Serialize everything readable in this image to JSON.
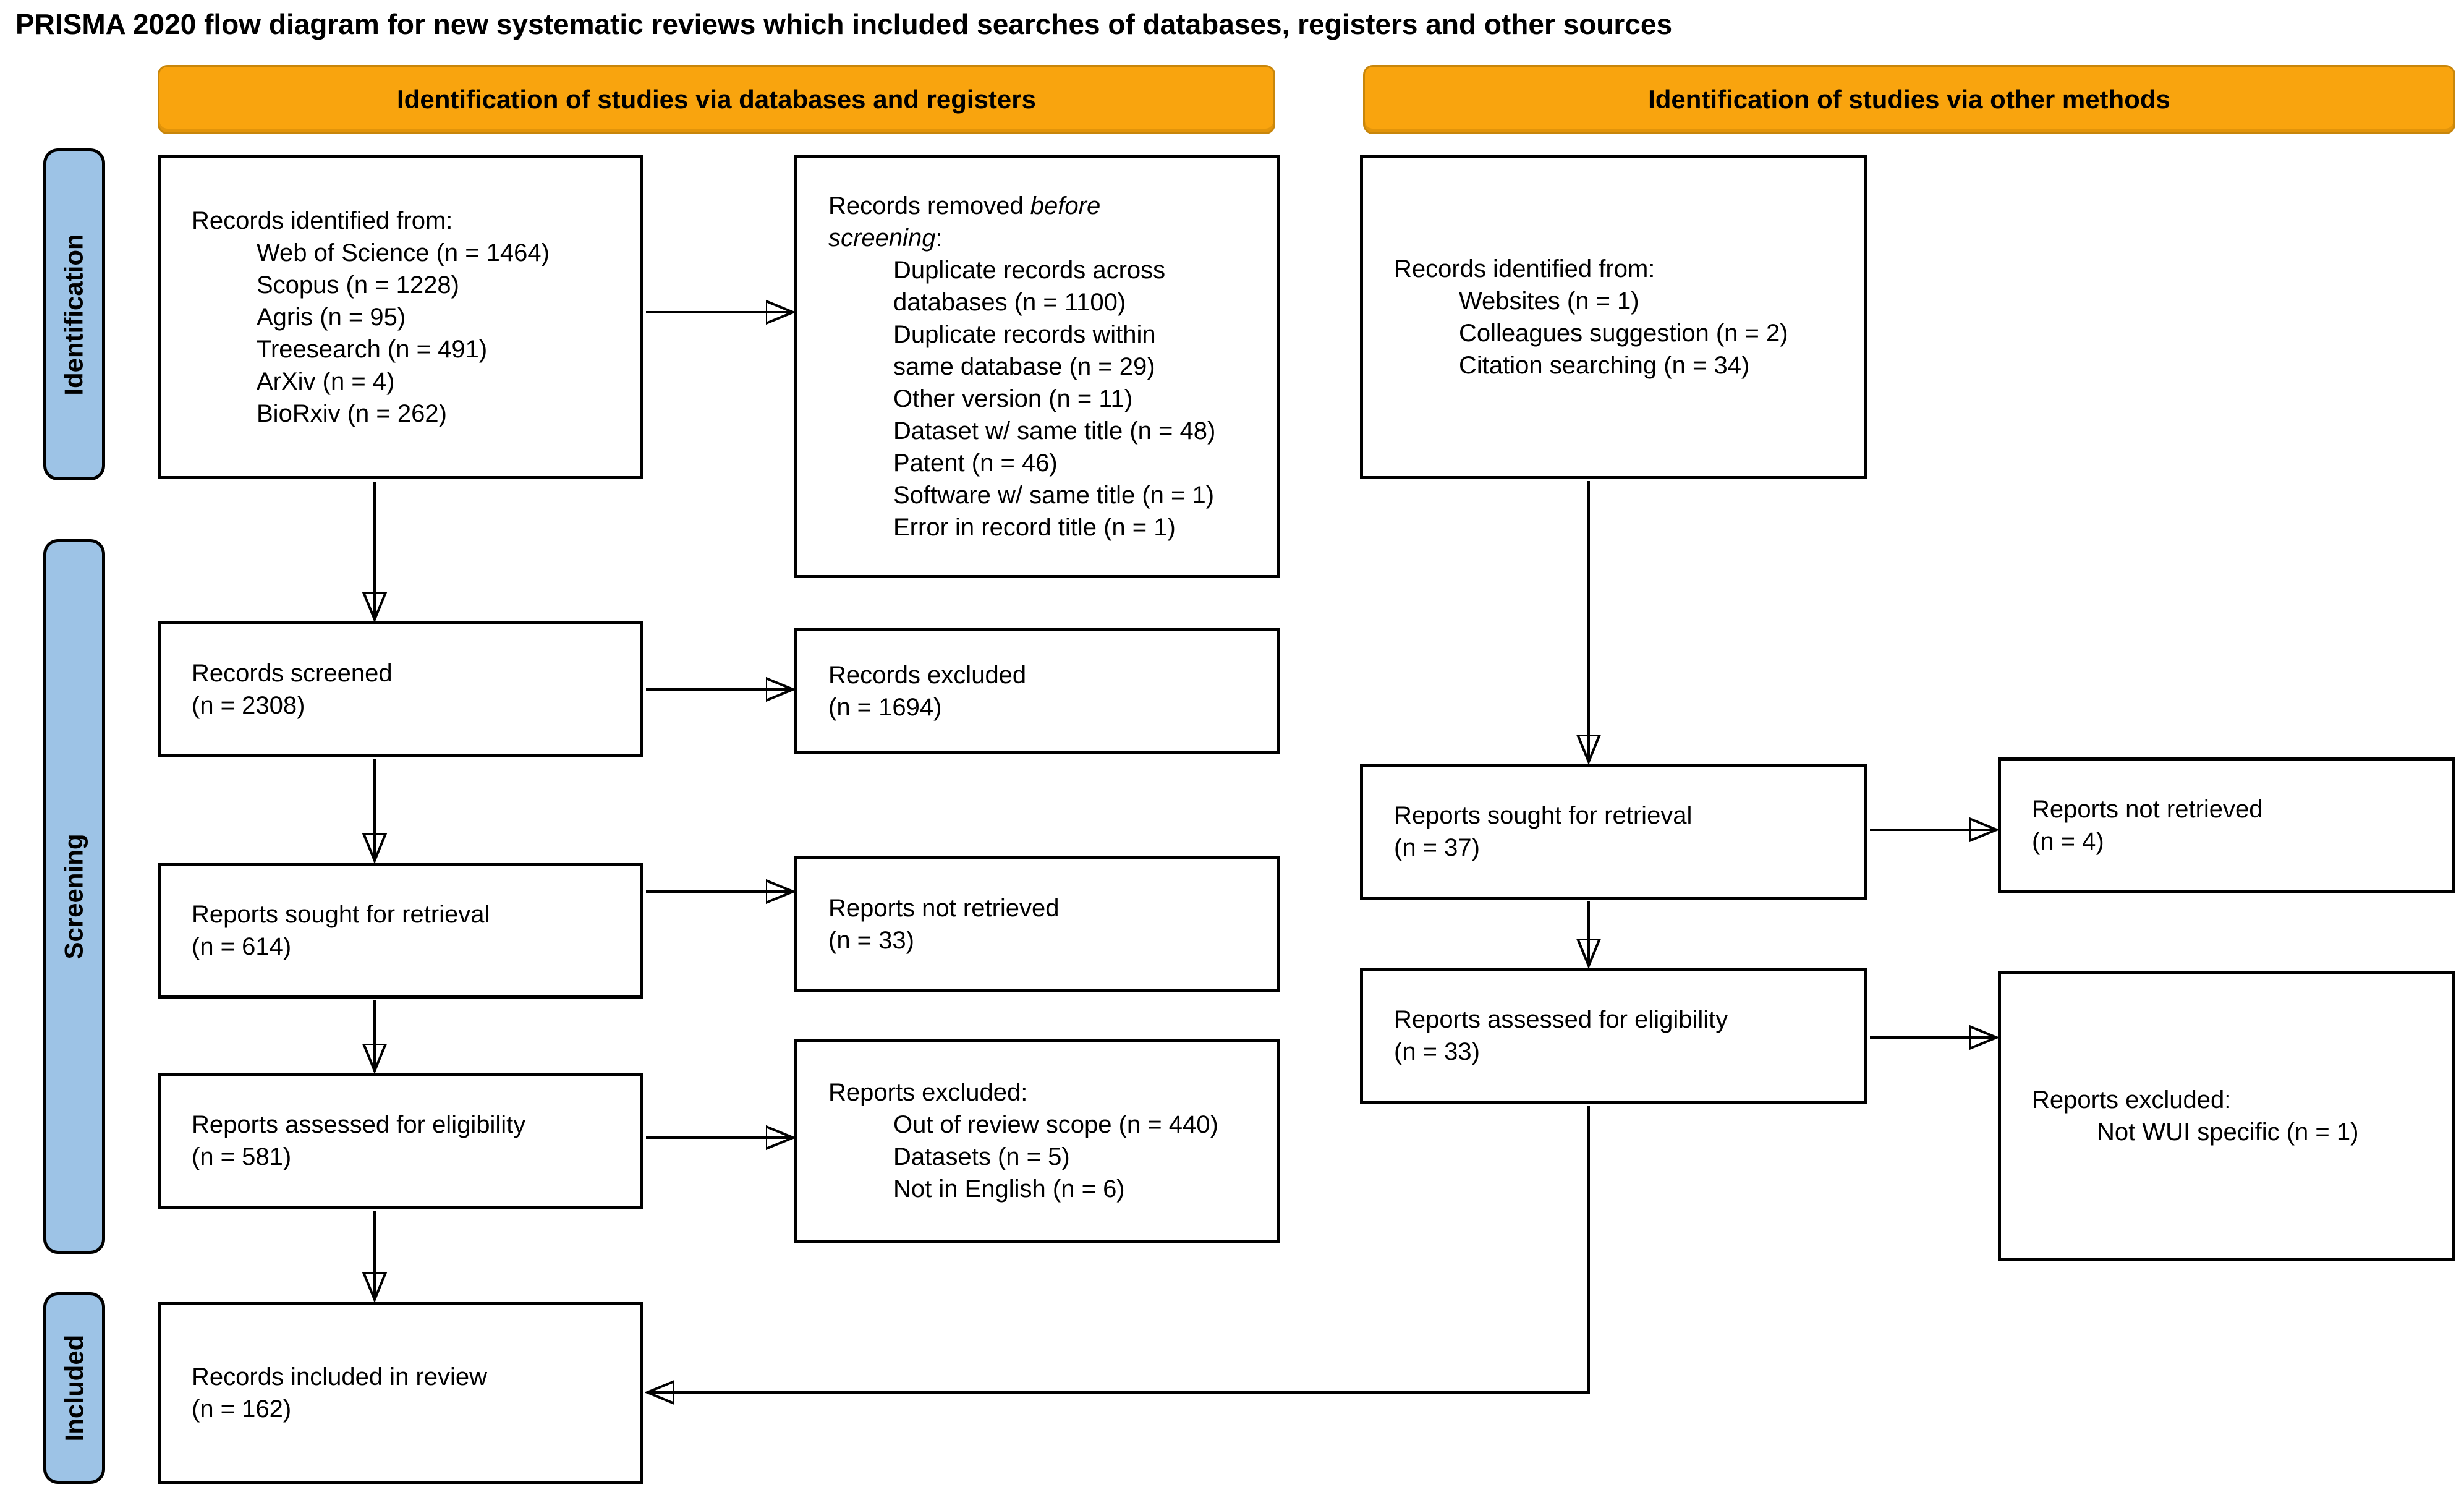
{
  "title": "PRISMA 2020 flow diagram for new systematic reviews which included searches of databases, registers and other sources",
  "banners": {
    "databases": "Identification of studies via databases and registers",
    "other_methods": "Identification of studies via other methods"
  },
  "sidebar": {
    "identification": "Identification",
    "screening": "Screening",
    "included": "Included"
  },
  "colors": {
    "banner_fill": "#F9A40E",
    "banner_border": "#C8860B",
    "sidebar_fill": "#9DC3E6",
    "box_border": "#000000",
    "background": "#FFFFFF"
  },
  "boxes": {
    "identified_db": {
      "heading": "Records identified from:",
      "items": [
        "Web of Science (n = 1464)",
        "Scopus (n = 1228)",
        "Agris (n = 95)",
        "Treesearch (n = 491)",
        "ArXiv (n = 4)",
        "BioRxiv (n = 262)"
      ]
    },
    "removed": {
      "heading_prefix": "Records removed ",
      "heading_italic": "before",
      "heading_line2_italic": "screening",
      "heading_line2_suffix": ":",
      "items": [
        "Duplicate records across\ndatabases (n = 1100)",
        "Duplicate records within\nsame database (n = 29)",
        "Other version (n = 11)",
        "Dataset w/ same title (n = 48)",
        "Patent (n = 46)",
        "Software w/ same title (n = 1)",
        "Error in record title (n = 1)"
      ]
    },
    "screened": {
      "line1": "Records screened",
      "line2": "(n = 2308)"
    },
    "excluded": {
      "line1": "Records excluded",
      "line2": "(n = 1694)"
    },
    "sought_db": {
      "line1": "Reports sought for retrieval",
      "line2": "(n = 614)"
    },
    "not_retrieved_db": {
      "line1": "Reports not retrieved",
      "line2": "(n = 33)"
    },
    "assessed_db": {
      "line1": "Reports assessed for eligibility",
      "line2": "(n = 581)"
    },
    "reports_excluded_db": {
      "heading": "Reports excluded:",
      "items": [
        "Out of review scope (n = 440)",
        "Datasets (n = 5)",
        "Not in English (n = 6)"
      ]
    },
    "identified_other": {
      "heading": "Records identified from:",
      "items": [
        "Websites (n = 1)",
        "Colleagues suggestion (n = 2)",
        "Citation searching (n = 34)"
      ]
    },
    "sought_other": {
      "line1": "Reports sought for retrieval",
      "line2": "(n = 37)"
    },
    "not_retrieved_other": {
      "line1": "Reports not retrieved",
      "line2": "(n = 4)"
    },
    "assessed_other": {
      "line1": "Reports assessed for eligibility",
      "line2": "(n = 33)"
    },
    "reports_excluded_other": {
      "heading": "Reports excluded:",
      "items": [
        "Not WUI specific (n = 1)"
      ]
    },
    "included_review": {
      "line1": "Records included in review",
      "line2": "(n = 162)"
    }
  }
}
